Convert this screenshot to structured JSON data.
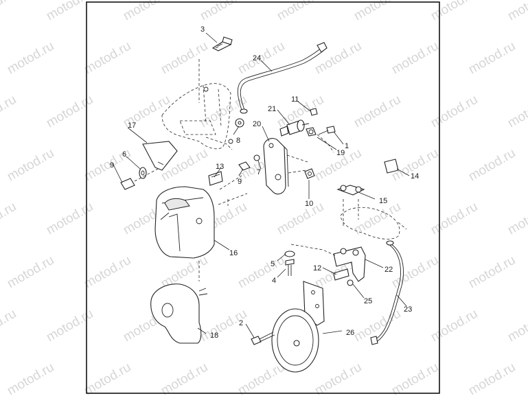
{
  "watermark": {
    "text": "motod.ru",
    "color": "#d6d6d6"
  },
  "diagram": {
    "callouts": [
      "1",
      "2",
      "3",
      "4",
      "5",
      "6",
      "7",
      "8",
      "9",
      "9",
      "10",
      "11",
      "12",
      "13",
      "14",
      "15",
      "16",
      "17",
      "18",
      "19",
      "20",
      "21",
      "22",
      "23",
      "24",
      "25",
      "26"
    ]
  }
}
